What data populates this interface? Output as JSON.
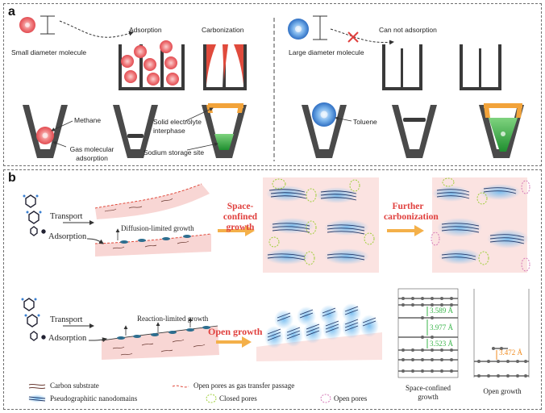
{
  "panel_a": {
    "label": "a",
    "small_diameter_molecule": "Small diameter molecule",
    "adsorption": "Adsorption",
    "carbonization": "Carbonization",
    "large_diameter_molecule": "Large diameter molecule",
    "can_not_adsorption": "Can not adsorption",
    "methane": "Methane",
    "gas_molecular_adsorption": "Gas molecular adsorption",
    "solid_electrolyte_interphase": "Solid electrolyte interphase",
    "sodium_storage_site": "Sodium storage site",
    "toluene": "Toluene"
  },
  "panel_b": {
    "label": "b",
    "transport_1": "Transport",
    "adsorption_1": "Adsorption",
    "diffusion_limited_growth": "Diffusion-limited growth",
    "space_confined_growth": "Space-confined growth",
    "further_carbonization": "Further carbonization",
    "transport_2": "Transport",
    "adsorption_2": "Adsorption",
    "reaction_limited_growth": "Reaction-limited growth",
    "open_growth_arrow": "Open growth",
    "spacings_confined": [
      "3.589 Å",
      "3.977 Å",
      "3.523 Å"
    ],
    "spacing_open": "3.472 Å",
    "caption_space_confined": "Space-confined growth",
    "caption_open": "Open growth",
    "legend": {
      "carbon_substrate": "Carbon substrate",
      "open_pores_passage": "Open pores as gas transfer passage",
      "pseudographitic": "Pseudographitic nanodomains",
      "closed_pores": "Closed pores",
      "open_pores": "Open pores"
    }
  },
  "colors": {
    "red_molecule": "#e8555a",
    "blue_molecule": "#3a7fd0",
    "pore_wall": "#3a3a3a",
    "carbon_red": "#e04a3c",
    "sei_orange": "#f2a33a",
    "sodium_green": "#3cb04a",
    "arrow_orange": "#f4b04a",
    "substrate_pink": "#f8d6d4",
    "domain_blue": "#9fd0f2",
    "spacing_green": "#39b54a",
    "spacing_orange": "#f08a1c",
    "cross_red": "#e0403e"
  }
}
